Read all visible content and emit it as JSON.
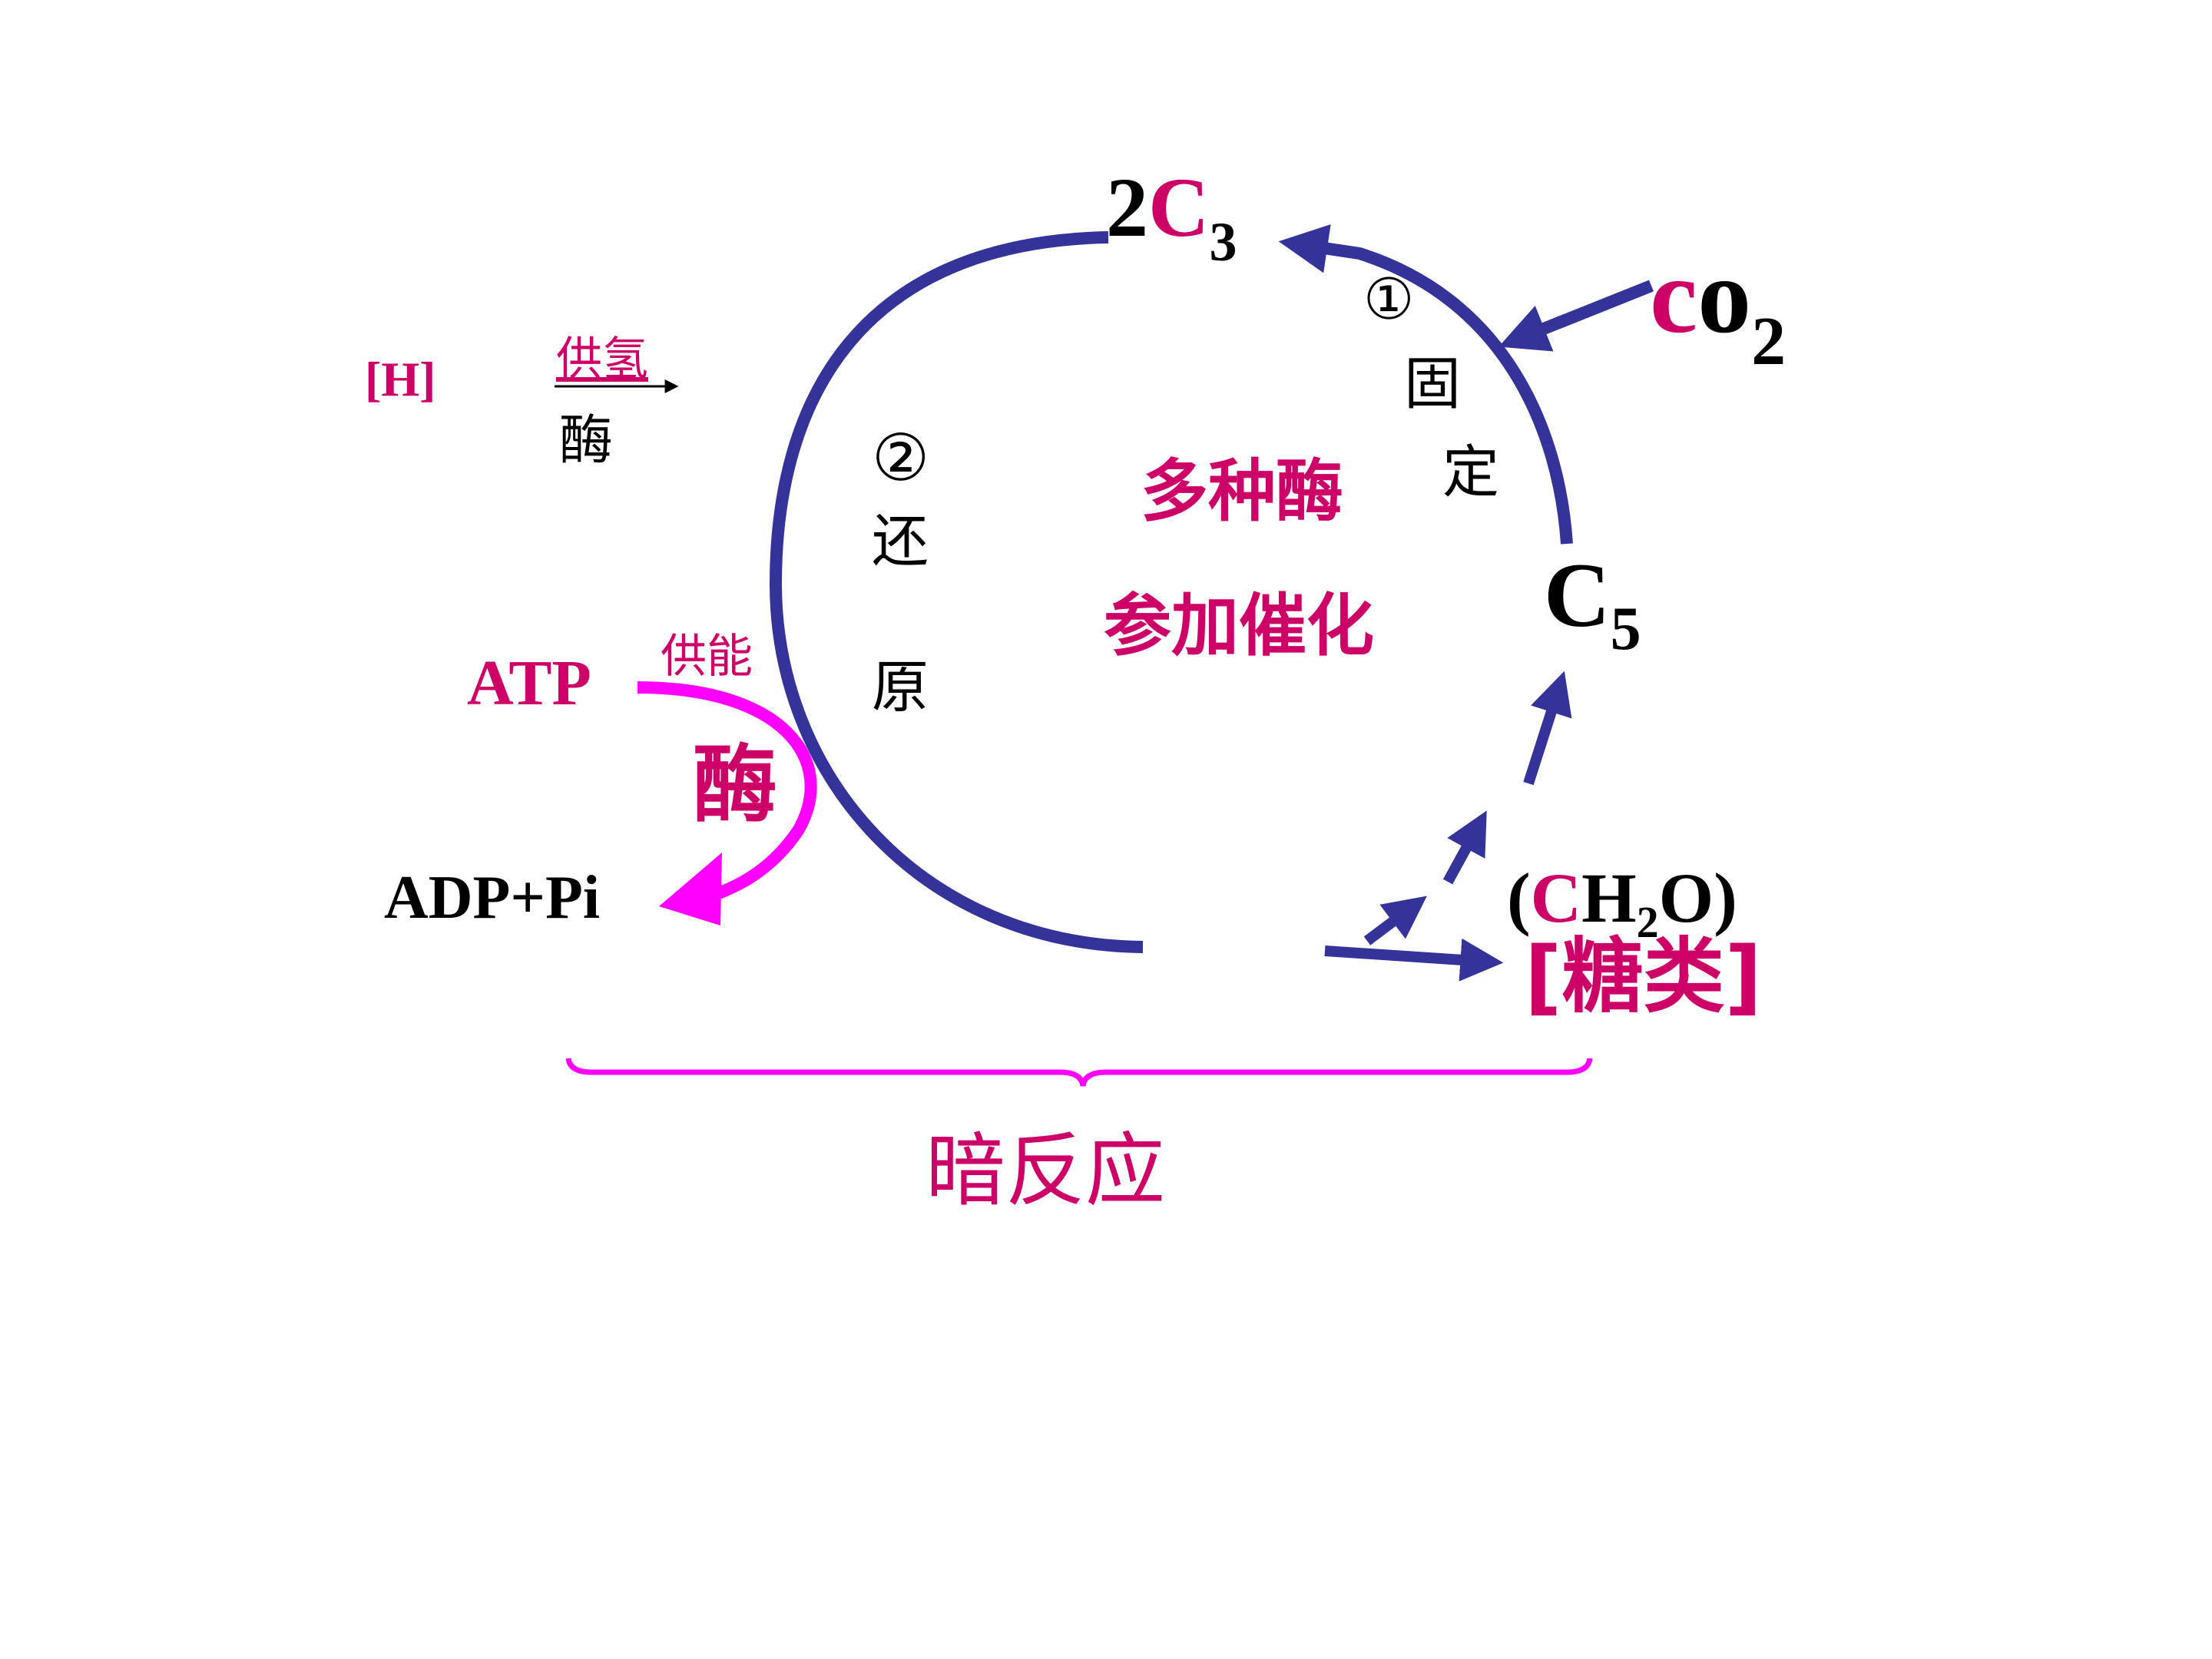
{
  "colors": {
    "cycle_blue": "#333399",
    "magenta": "#cc0066",
    "bright_magenta": "#ff00ff",
    "black": "#000000"
  },
  "labels": {
    "h": "[H]",
    "hydrogen_supply": "供氢",
    "enzyme_small": "酶",
    "atp": "ATP",
    "energy_supply": "供能",
    "enzyme_large": "酶",
    "adp_pi": "ADP+Pi",
    "two_c3": {
      "coef": "2",
      "c": "C",
      "sub": "3"
    },
    "co2": {
      "c": "c",
      "o": "o",
      "sub": "2"
    },
    "c5": {
      "c": "C",
      "sub": "5"
    },
    "ch2o": {
      "open": "(",
      "c": "C",
      "h": "H",
      "sub": "2",
      "rest": "O)"
    },
    "sugar": "[糖类]",
    "step1_num": "①",
    "step1_chars": [
      "固",
      "定"
    ],
    "step2_num": "②",
    "step2_chars": [
      "还",
      "原"
    ],
    "center_line1": "多种酶",
    "center_line2": "参加催化",
    "dark_reaction": "暗反应"
  }
}
